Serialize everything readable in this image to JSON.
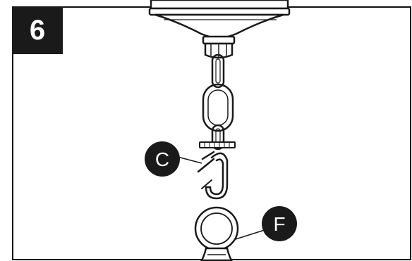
{
  "step": {
    "number": "6"
  },
  "callouts": {
    "c": "C",
    "f": "F"
  },
  "parts": {
    "canopy": "canopy-icon",
    "chain": "chain-icon",
    "hook": "s-hook-icon",
    "loop": "loop-icon"
  },
  "colors": {
    "ink": "#1a1a1a",
    "paper": "#ffffff",
    "badge": "#1a1a1a"
  }
}
